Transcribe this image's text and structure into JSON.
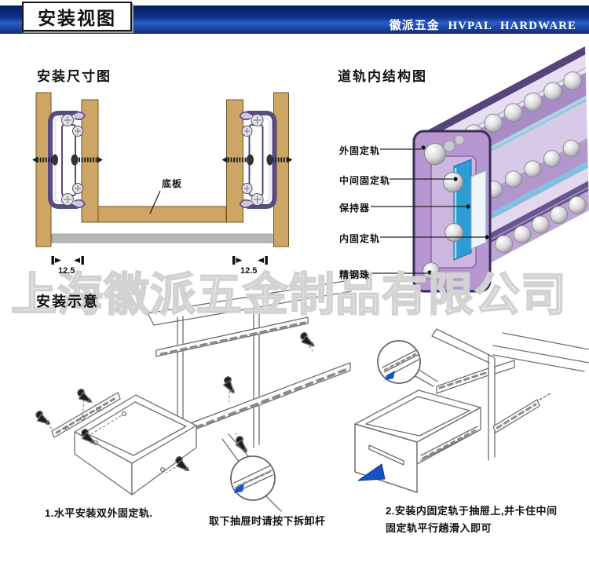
{
  "header": {
    "tag": "安装视图",
    "brand": "徽派五金 HVPAL HARDWARE"
  },
  "watermark": {
    "text": "上海徽派五金制品有限公司"
  },
  "sections": {
    "dimension": {
      "title": "安装尺寸图",
      "part_label": "底板",
      "dim_left": "12.5",
      "dim_right": "12.5"
    },
    "structure": {
      "title": "道轨内结构图",
      "labels": [
        "外固定轨",
        "中间固定轨",
        "保持器",
        "内固定轨",
        "精钢珠"
      ]
    },
    "install": {
      "title": "安装示意",
      "step1": "1.水平安装双外固定轨.",
      "lever_note": "取下抽屉时请按下拆卸杆",
      "step2_line1": "2.安装内固定轨于抽屉上,并卡住中间",
      "step2_line2": "固定轨平行趟滑入即可"
    }
  },
  "colors": {
    "header_blue": "#11379b",
    "wood": "#cda565",
    "rail_purple": "#a98bc8",
    "retainer_blue": "#2d9bd4",
    "arrow_blue": "#1552c5",
    "watermark_gray": "#d2d2d2"
  }
}
